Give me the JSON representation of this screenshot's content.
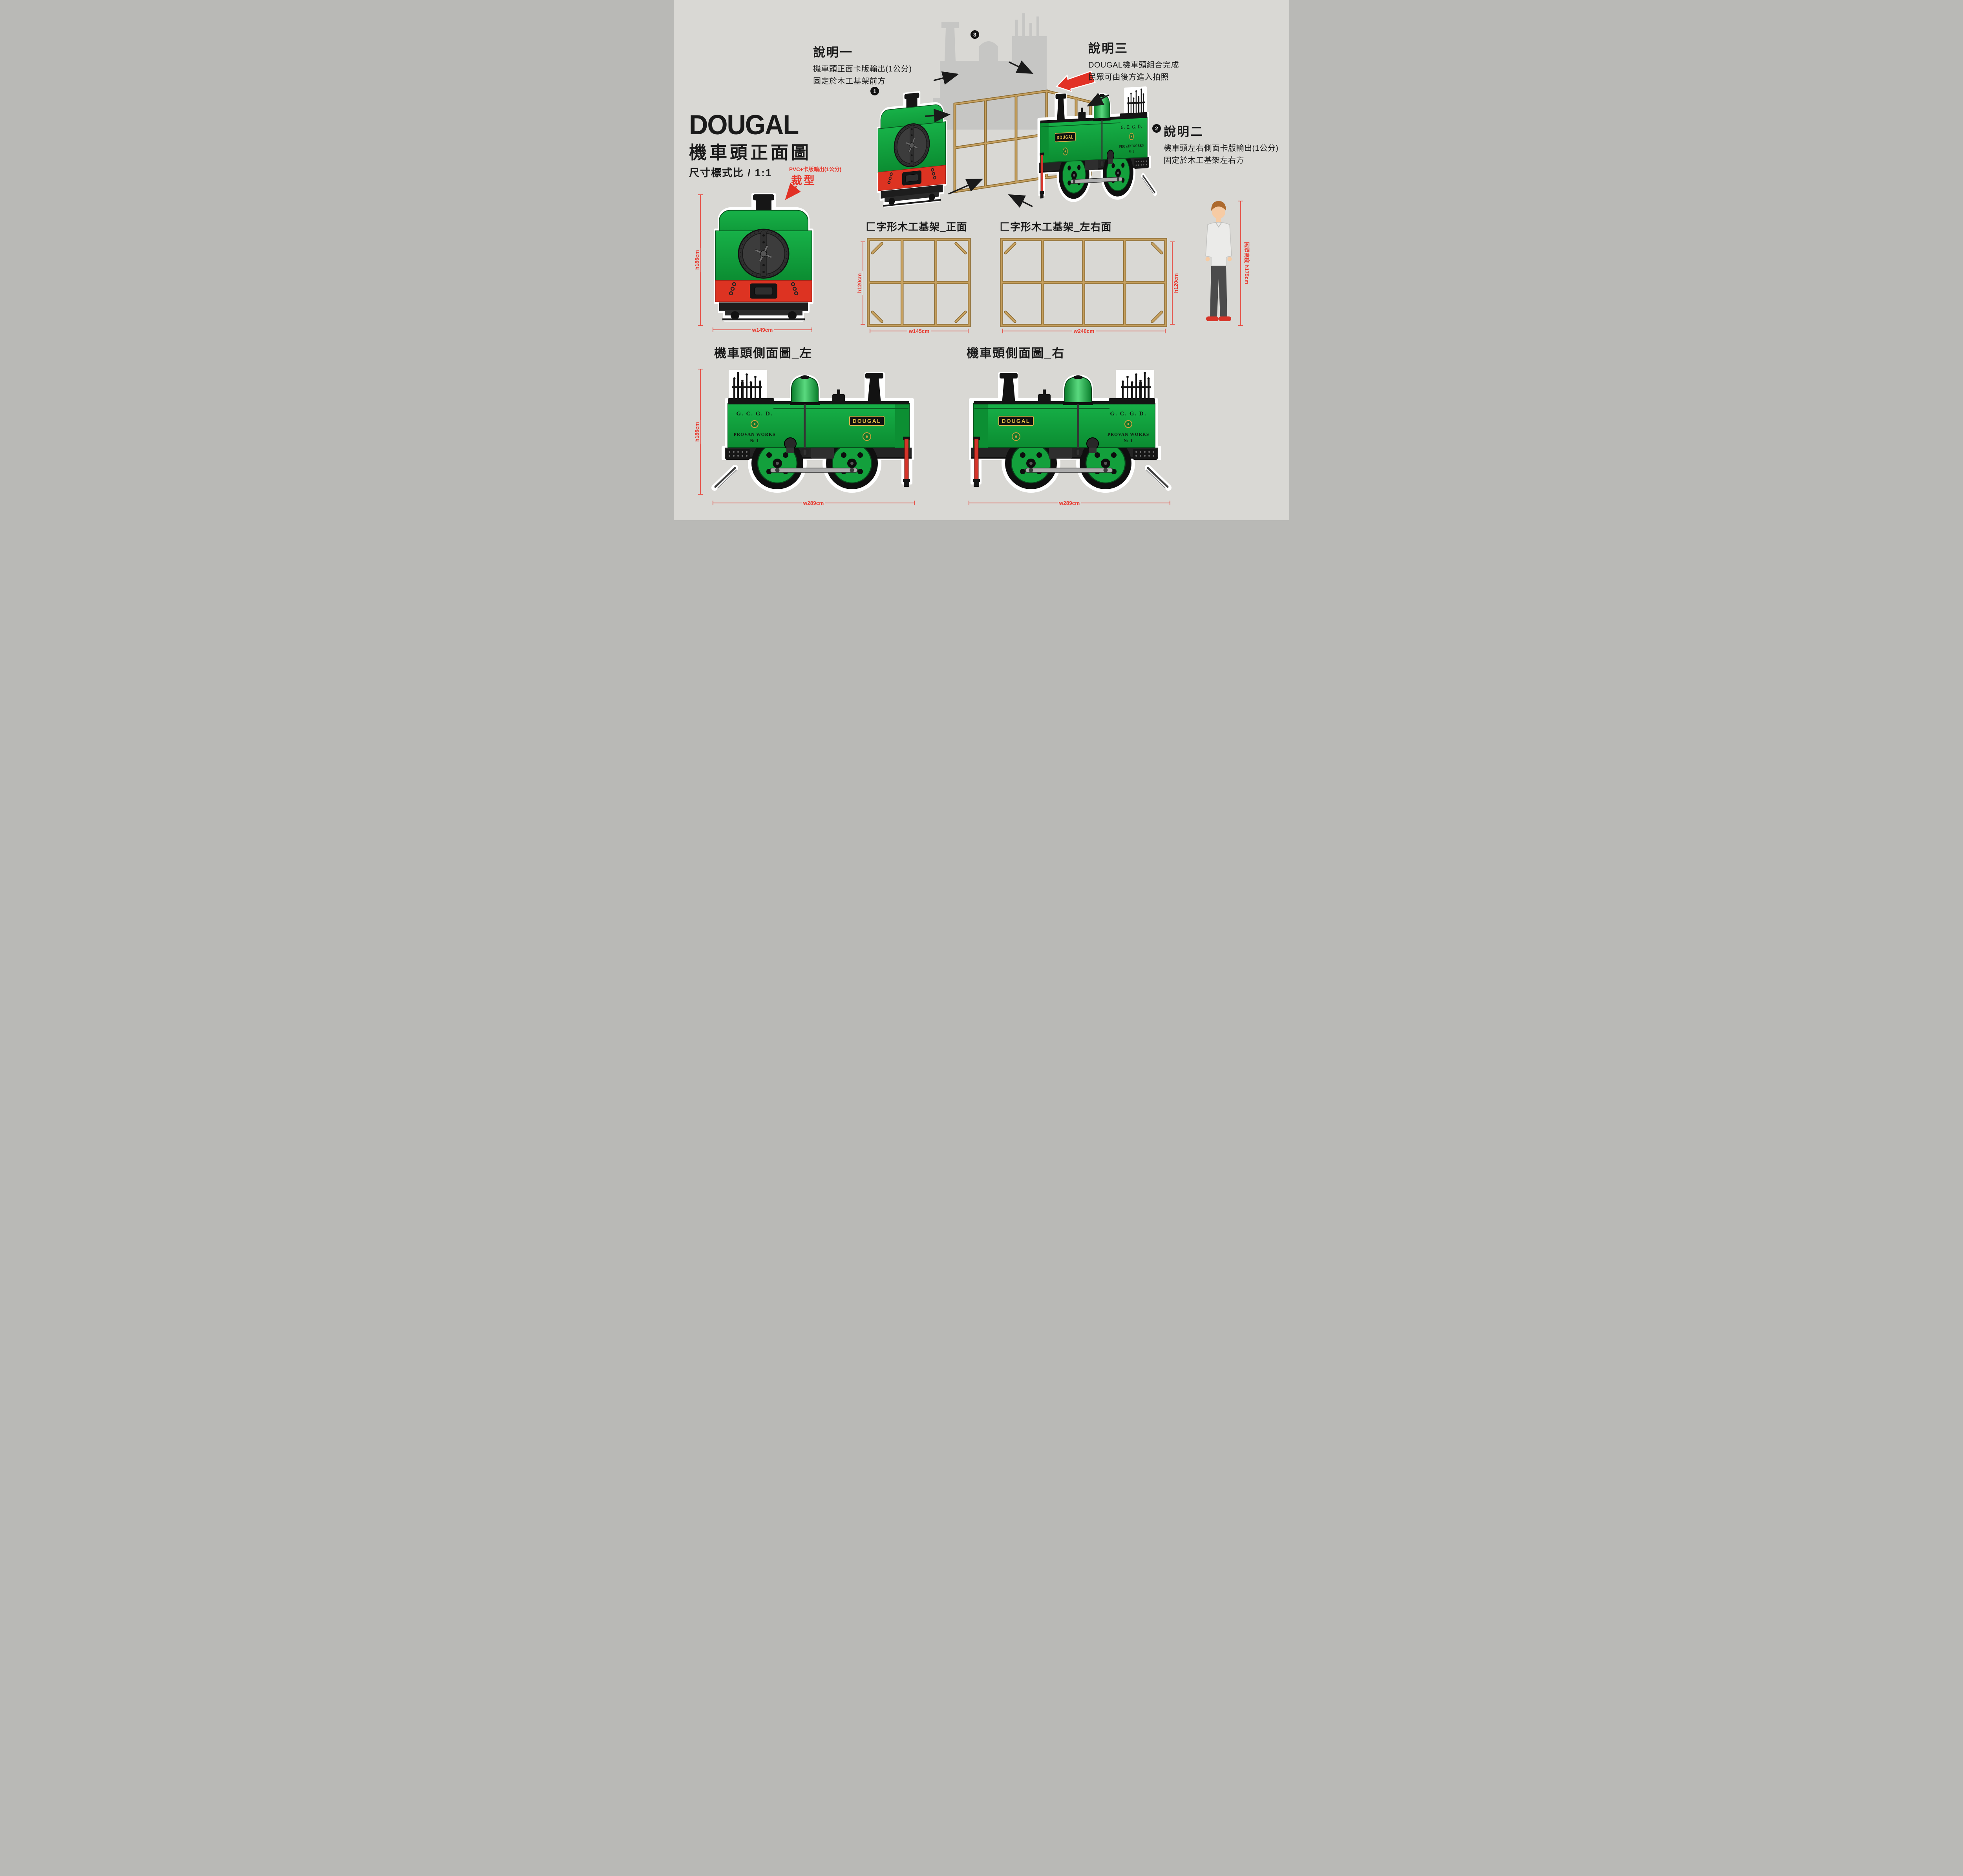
{
  "header": {
    "brand": "DOUGAL",
    "title": "機車頭正面圖",
    "scale": "尺寸標式比 / 1:1",
    "cut_note_small": "PVC+卡版輸出(1公分)",
    "cut_note_big": "裁型"
  },
  "notes": {
    "n1": {
      "num": "1",
      "title": "說明一",
      "lines": [
        "機車頭正面卡版輸出(1公分)",
        "固定於木工基架前方"
      ]
    },
    "n2": {
      "num": "2",
      "title": "說明二",
      "lines": [
        "機車頭左右側面卡版輸出(1公分)",
        "固定於木工基架左右方"
      ]
    },
    "n3": {
      "num": "3",
      "title": "說明三",
      "lines": [
        "DOUGAL機車頭組合完成",
        "民眾可由後方進入拍照"
      ]
    }
  },
  "front_view": {
    "h": "h186cm",
    "w": "w149cm"
  },
  "frames": {
    "front": {
      "title": "匚字形木工基架_正面",
      "h": "h120cm",
      "w": "w145cm"
    },
    "side": {
      "title": "匚字形木工基架_左右面",
      "h": "h120cm",
      "w": "w240cm"
    }
  },
  "person": {
    "label": "民眾高度 h175cm"
  },
  "side_views": {
    "left": {
      "title": "機車頭側面圖_左",
      "h": "h186cm",
      "w": "w289cm"
    },
    "right": {
      "title": "機車頭側面圖_右",
      "w": "w289cm"
    }
  },
  "livery": {
    "railway": "G. C. G. D.",
    "works": "PROVAN  WORKS",
    "number": "№ 1",
    "name": "DOUGAL"
  },
  "colors": {
    "background": "#d9d8d4",
    "loco_green": "#0fa03a",
    "buffer_red": "#dd3322",
    "wood_tan": "#c7a160",
    "dimension_red": "#e8372c",
    "silhouette_gray": "#c6c6c4"
  }
}
